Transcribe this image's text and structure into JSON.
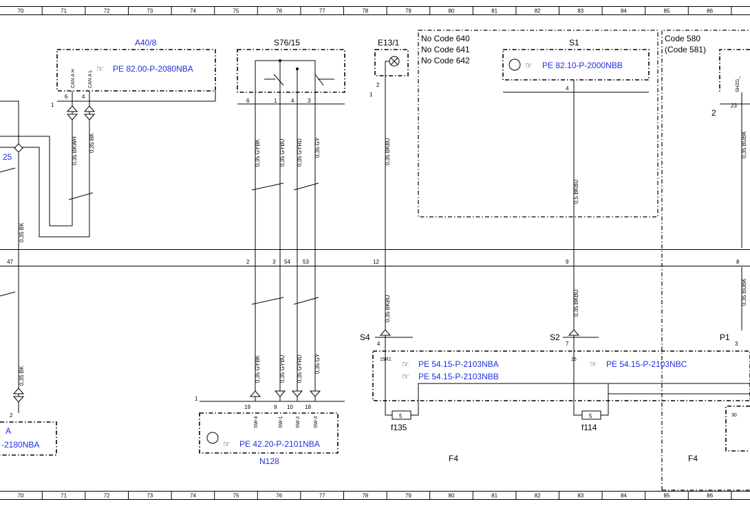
{
  "ruler": [
    "70",
    "71",
    "72",
    "73",
    "74",
    "75",
    "76",
    "77",
    "78",
    "79",
    "80",
    "81",
    "82",
    "83",
    "84",
    "85",
    "86"
  ],
  "components": {
    "a40_8": {
      "name": "A40/8",
      "ref": "PE 82.00-P-2080NBA",
      "pins": [
        "6",
        "4"
      ],
      "pin_labels": [
        "CAN A H",
        "CAN A L"
      ],
      "frame_pin": "1"
    },
    "s76_15": {
      "name": "S76/15",
      "pins": [
        "6",
        "1",
        "4",
        "3"
      ]
    },
    "e13_1": {
      "name": "E13/1",
      "pins": [
        "2",
        "1"
      ]
    },
    "s1": {
      "name": "S1",
      "ref": "PE 82.10-P-2000NBB",
      "pin": "4"
    },
    "n128": {
      "name": "N128",
      "ref": "PE 42.20-P-2101NBA",
      "frame_pin": "1",
      "pins": [
        "19",
        "9",
        "10",
        "18"
      ],
      "pin_labels": [
        "SW-4",
        "SW-1",
        "SW-2",
        "SW-3"
      ]
    },
    "f4": {
      "name": "F4",
      "refs": [
        "PE 54.15-P-2103NBA",
        "PE 54.15-P-2103NBB",
        "PE 54.15-P-2103NBC"
      ],
      "fuses": [
        "f135",
        "f114"
      ],
      "fuse_values": [
        "5",
        "5"
      ],
      "s4": "S4",
      "s2": "S2",
      "p1": "P1",
      "pins": [
        "4",
        "15R1",
        "7",
        "15",
        "3",
        "30"
      ]
    },
    "left_partial": {
      "label": "A",
      "ref": "-2180NBA",
      "pin": "2",
      "blue_fragment": "25"
    },
    "right_partial": {
      "pin_label": "SHZG_",
      "pins": [
        "23",
        "2"
      ],
      "f4": "F4"
    }
  },
  "codes": {
    "zone1": [
      "No Code 640",
      "No Code 641",
      "No Code 642"
    ],
    "zone2": [
      "Code 580",
      "(Code 581)"
    ]
  },
  "wires": {
    "w_left_bk": "0,35 BK",
    "w_left_bk2": "0,35 BK",
    "w_bkwh": "0,35 BKWH",
    "w_bk": "0,35 BK",
    "w_gybk": "0,35 GYBK",
    "w_gybu": "0,35 GYBU",
    "w_gyrd": "0,35 GYRD",
    "w_gy": "0,35 GY",
    "w_bkbu_top": "0,35 BKBU",
    "w_bkbu_s1": "0,5 BKBU",
    "w_bkbu_bot": "0,35 BKBU",
    "w_bkbu_bot2": "0,35 BKBU",
    "w_gybk2": "0,35 GYBK",
    "w_gybu2": "0,35 GYBU",
    "w_gyrd2": "0,35 GYRD",
    "w_gy2": "0,35 GY",
    "w_right_top": "0,35 BUBK",
    "w_right_bot": "0,35 BUBK"
  },
  "connector_pins": [
    "47",
    "2",
    "3",
    "54",
    "53",
    "12",
    "9",
    "8"
  ]
}
